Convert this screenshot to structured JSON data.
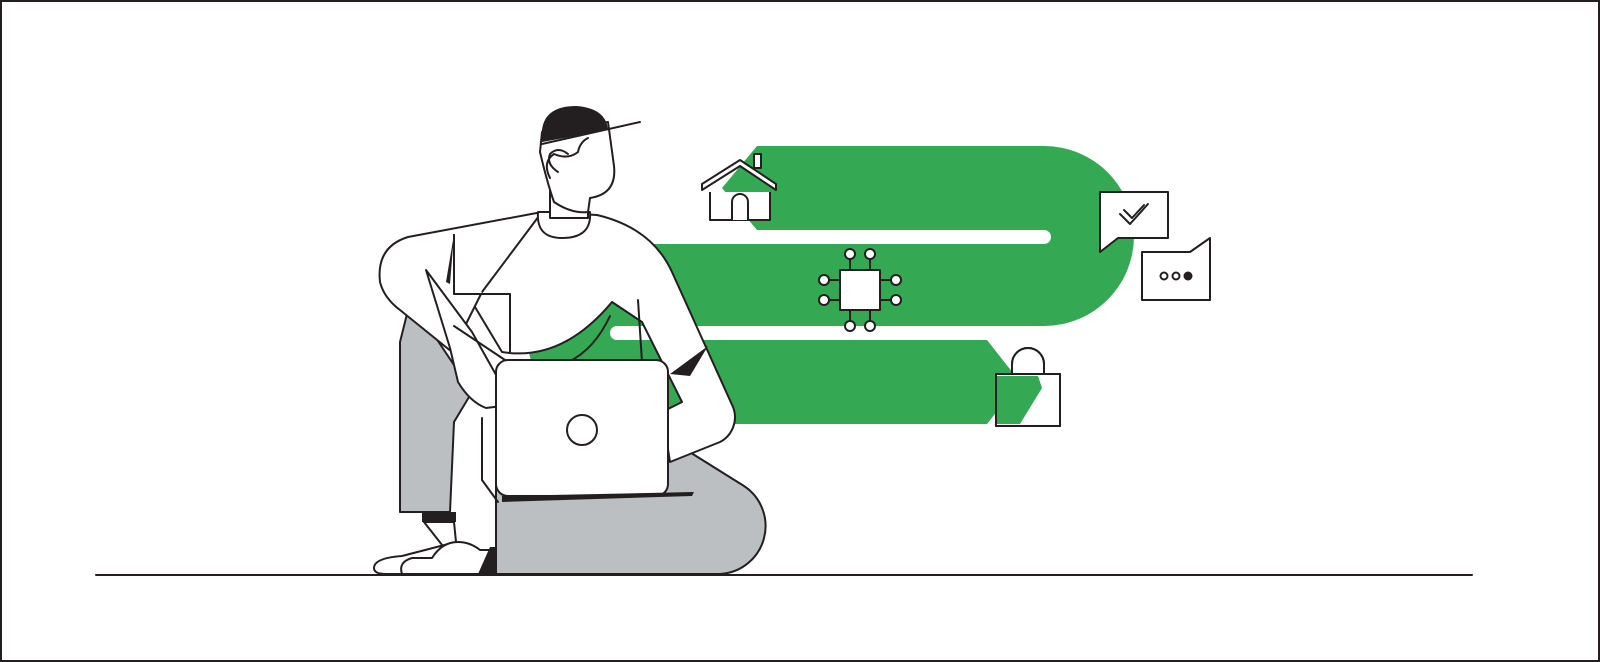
{
  "illustration": {
    "colors": {
      "accent": "#34a853",
      "outline": "#231f20",
      "trousers": "#bbbfc2",
      "background": "#ffffff"
    },
    "icons": [
      "house-icon",
      "chip-icon",
      "chat-check-icon",
      "chat-dots-icon",
      "shopping-bag-icon"
    ],
    "figure": [
      "person",
      "cap",
      "laptop"
    ]
  }
}
